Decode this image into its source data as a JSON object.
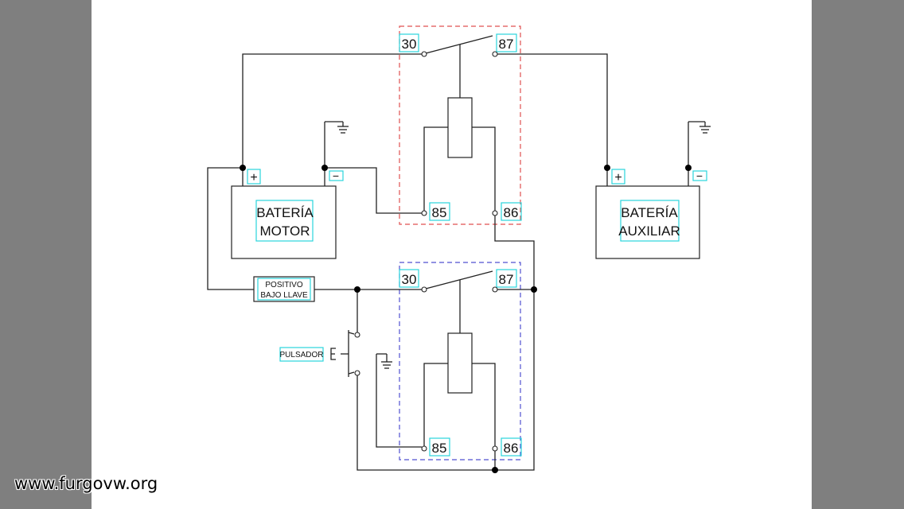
{
  "diagram": {
    "relay_top": {
      "pin_30": "30",
      "pin_87": "87",
      "pin_85": "85",
      "pin_86": "86",
      "border_color": "#e05050"
    },
    "relay_bottom": {
      "pin_30": "30",
      "pin_87": "87",
      "pin_85": "85",
      "pin_86": "86",
      "border_color": "#5050d0"
    },
    "battery_motor": {
      "label_line1": "BATERÍA",
      "label_line2": "MOTOR",
      "plus": "+",
      "minus": "−"
    },
    "battery_aux": {
      "label_line1": "BATERÍA",
      "label_line2": "AUXILIAR",
      "plus": "+",
      "minus": "−"
    },
    "key_positive": {
      "line1": "POSITIVO",
      "line2": "BAJO LLAVE"
    },
    "push_button": {
      "label": "PULSADOR"
    },
    "label_color": "#2ad4dc",
    "icons": [
      "ground-icon",
      "switch-contact-icon",
      "relay-coil-icon"
    ]
  },
  "watermark": "www.furgovw.org"
}
